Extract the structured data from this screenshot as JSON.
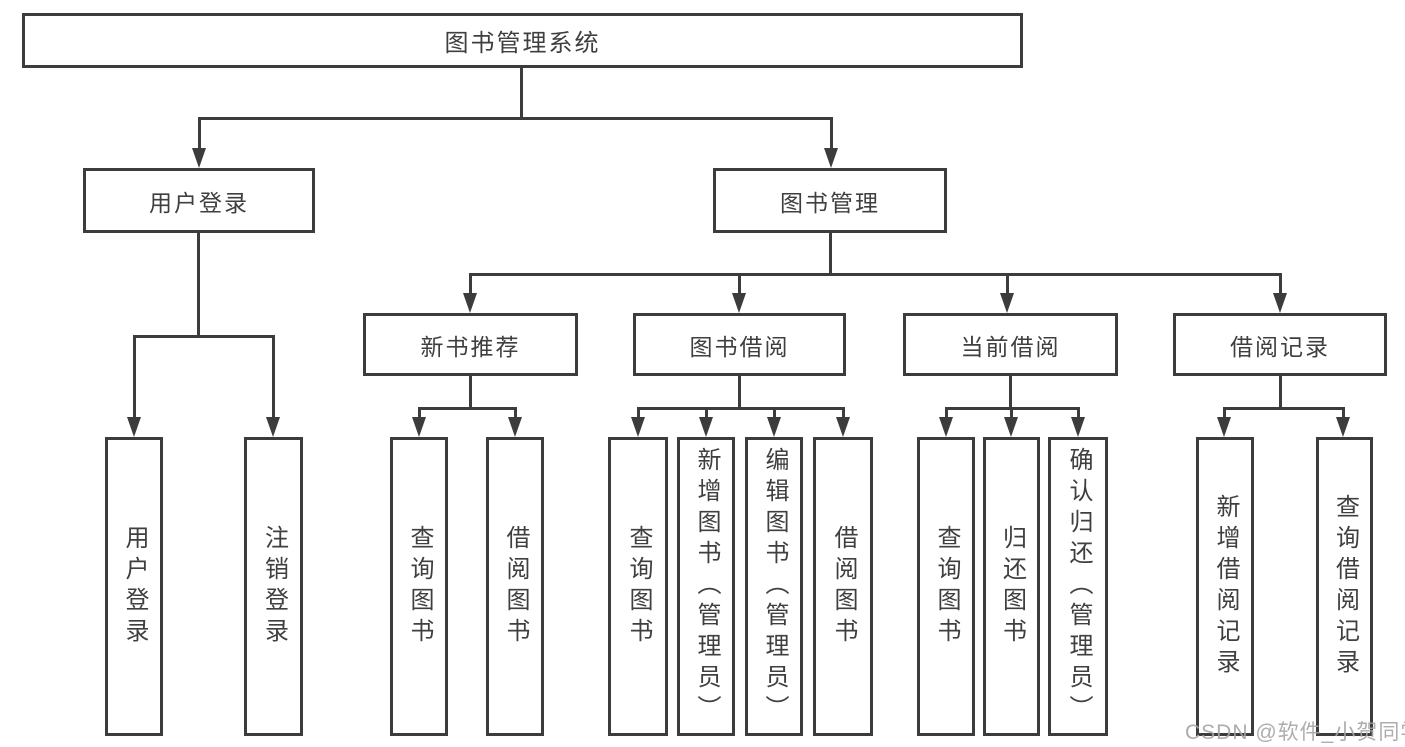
{
  "watermark": "CSDN @软件_小贺同学",
  "colors": {
    "line": "#3c3c3c",
    "background": "#ffffff",
    "watermark_gray": "#a4a4a4"
  },
  "tree": {
    "root": "图书管理系统",
    "user_login": {
      "label": "用户登录",
      "children": [
        "用户登录",
        "注销登录"
      ]
    },
    "book_mgmt": {
      "label": "图书管理",
      "modules": [
        {
          "label": "新书推荐",
          "children": [
            "查询图书",
            "借阅图书"
          ]
        },
        {
          "label": "图书借阅",
          "children": [
            "查询图书",
            "新增图书（管理员）",
            "编辑图书（管理员）",
            "借阅图书"
          ]
        },
        {
          "label": "当前借阅",
          "children": [
            "查询图书",
            "归还图书",
            "确认归还（管理员）"
          ]
        },
        {
          "label": "借阅记录",
          "children": [
            "新增借阅记录",
            "查询借阅记录"
          ]
        }
      ]
    }
  }
}
